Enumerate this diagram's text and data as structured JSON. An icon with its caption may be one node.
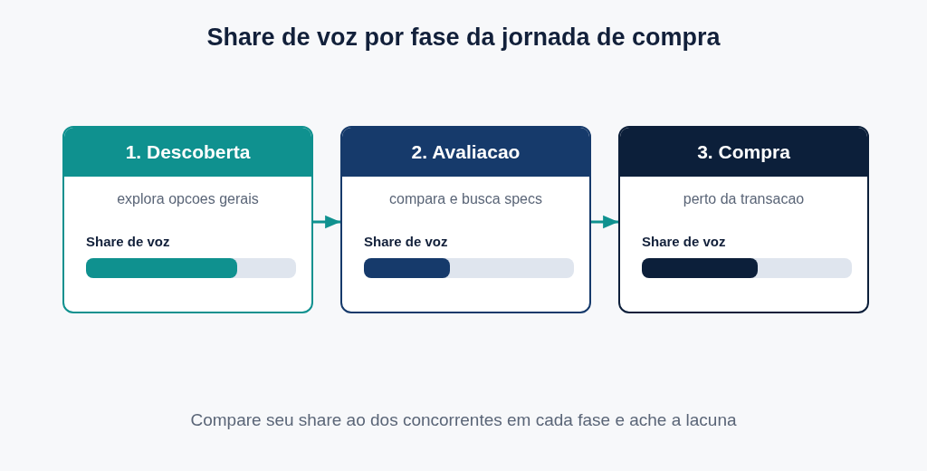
{
  "diagram": {
    "title": "Share de voz por fase da jornada de compra",
    "caption": "Compare seu share ao dos concorrentes em cada fase e ache a lacuna",
    "nodes": [
      {
        "text": [
          "1. Descoberta",
          "explora opcoes gerais",
          "Share de voz"
        ]
      },
      {
        "text": [
          "2. Avaliacao",
          "compara e busca specs",
          "Share de voz"
        ]
      },
      {
        "text": [
          "3. Compra",
          "perto da transacao",
          "Share de voz"
        ]
      }
    ],
    "edges": [
      {
        "from": 0,
        "to": 1,
        "arrow": "to"
      },
      {
        "from": 1,
        "to": 2,
        "arrow": "to"
      }
    ]
  }
}
